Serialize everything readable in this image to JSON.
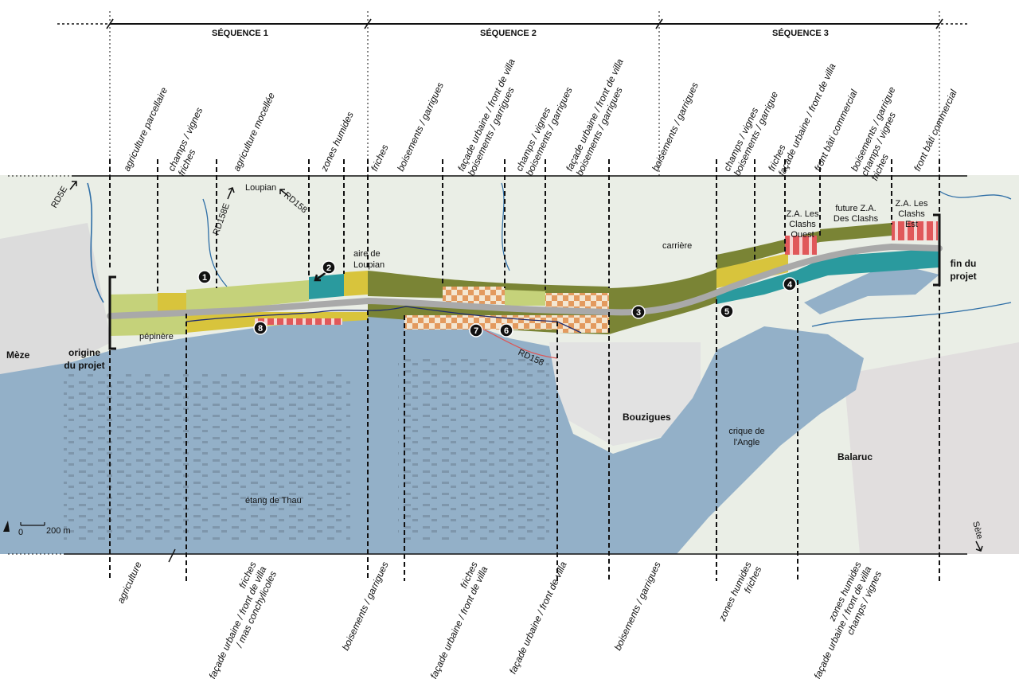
{
  "sequences": [
    {
      "label": "SÉQUENCE 1"
    },
    {
      "label": "SÉQUENCE 2"
    },
    {
      "label": "SÉQUENCE 3"
    }
  ],
  "top_labels": [
    {
      "lines": [
        "agriculture parcellaire"
      ]
    },
    {
      "lines": [
        "champs / vignes",
        "friches"
      ]
    },
    {
      "lines": [
        "agriculture mocellée"
      ]
    },
    {
      "lines": [
        "zones humides"
      ]
    },
    {
      "lines": [
        "friches"
      ]
    },
    {
      "lines": [
        "boisements / garrigues"
      ]
    },
    {
      "lines": [
        "façade urbaine / front de villa",
        "boisements / garrigues"
      ]
    },
    {
      "lines": [
        "champs / vignes",
        "boisements / garrigues"
      ]
    },
    {
      "lines": [
        "façade urbaine / front de villa",
        "boisements / garrigues"
      ]
    },
    {
      "lines": [
        "boisements / garrigues"
      ]
    },
    {
      "lines": [
        "champs / vignes",
        "boisements / garrigue"
      ]
    },
    {
      "lines": [
        "friches",
        "façade urbaine / front de villa"
      ]
    },
    {
      "lines": [
        "front bâti commercial"
      ]
    },
    {
      "lines": [
        "boisements / garrigue",
        "champs / vignes",
        "friches"
      ]
    },
    {
      "lines": [
        "front bâti commercial"
      ]
    }
  ],
  "bottom_labels": [
    {
      "lines": [
        "agriculture"
      ]
    },
    {
      "lines": [
        "friches",
        "façade urbaine / front de villa",
        "/ mas conchylicoles"
      ]
    },
    {
      "lines": [
        "boisements / garrigues"
      ]
    },
    {
      "lines": [
        "friches",
        "façade urbaine / front de villa"
      ]
    },
    {
      "lines": [
        "façade urbaine / front de villa"
      ]
    },
    {
      "lines": [
        "boisements / garrigues"
      ]
    },
    {
      "lines": [
        "zones humides",
        "friches"
      ]
    },
    {
      "lines": [
        "zones humides",
        "façade urbaine / front de villa",
        "champs / vignes"
      ]
    }
  ],
  "places": {
    "meze": "Mèze",
    "origine": [
      "origine",
      "du projet"
    ],
    "pepiniere": "pépinère",
    "loupian": "Loupian",
    "aire": [
      "aire de",
      "Loupian"
    ],
    "rd5e": "RD5E",
    "rd158e": "RD158E",
    "rd158a": "RD158",
    "rd158b": "RD158",
    "carriere": "carrière",
    "za_ouest": [
      "Z.A. Les",
      "Clashs",
      "Ouest"
    ],
    "za_future": [
      "future Z.A.",
      "Des Clashs"
    ],
    "za_est": [
      "Z.A. Les",
      "Clashs",
      "Est"
    ],
    "fin": [
      "fin du",
      "projet"
    ],
    "bouzigues": "Bouzigues",
    "crique": [
      "crique de",
      "l'Angle"
    ],
    "balaruc": "Balaruc",
    "etang": "étang de Thau",
    "sete": "Sète"
  },
  "scale": {
    "zero": "0",
    "distance": "200 m"
  },
  "markers": [
    {
      "label": "1"
    },
    {
      "label": "2"
    },
    {
      "label": "3"
    },
    {
      "label": "4"
    },
    {
      "label": "5"
    },
    {
      "label": "6"
    },
    {
      "label": "7"
    },
    {
      "label": "8"
    }
  ],
  "colors": {
    "lagoon": "#93b0c8",
    "land": "#eaeee6",
    "agriculture": "#c5d27a",
    "fields": "#d8c43c",
    "forest": "#7a8435",
    "wetland": "#2a9a9e",
    "commercial": "#e0585a",
    "road": "#a9a9a9"
  }
}
